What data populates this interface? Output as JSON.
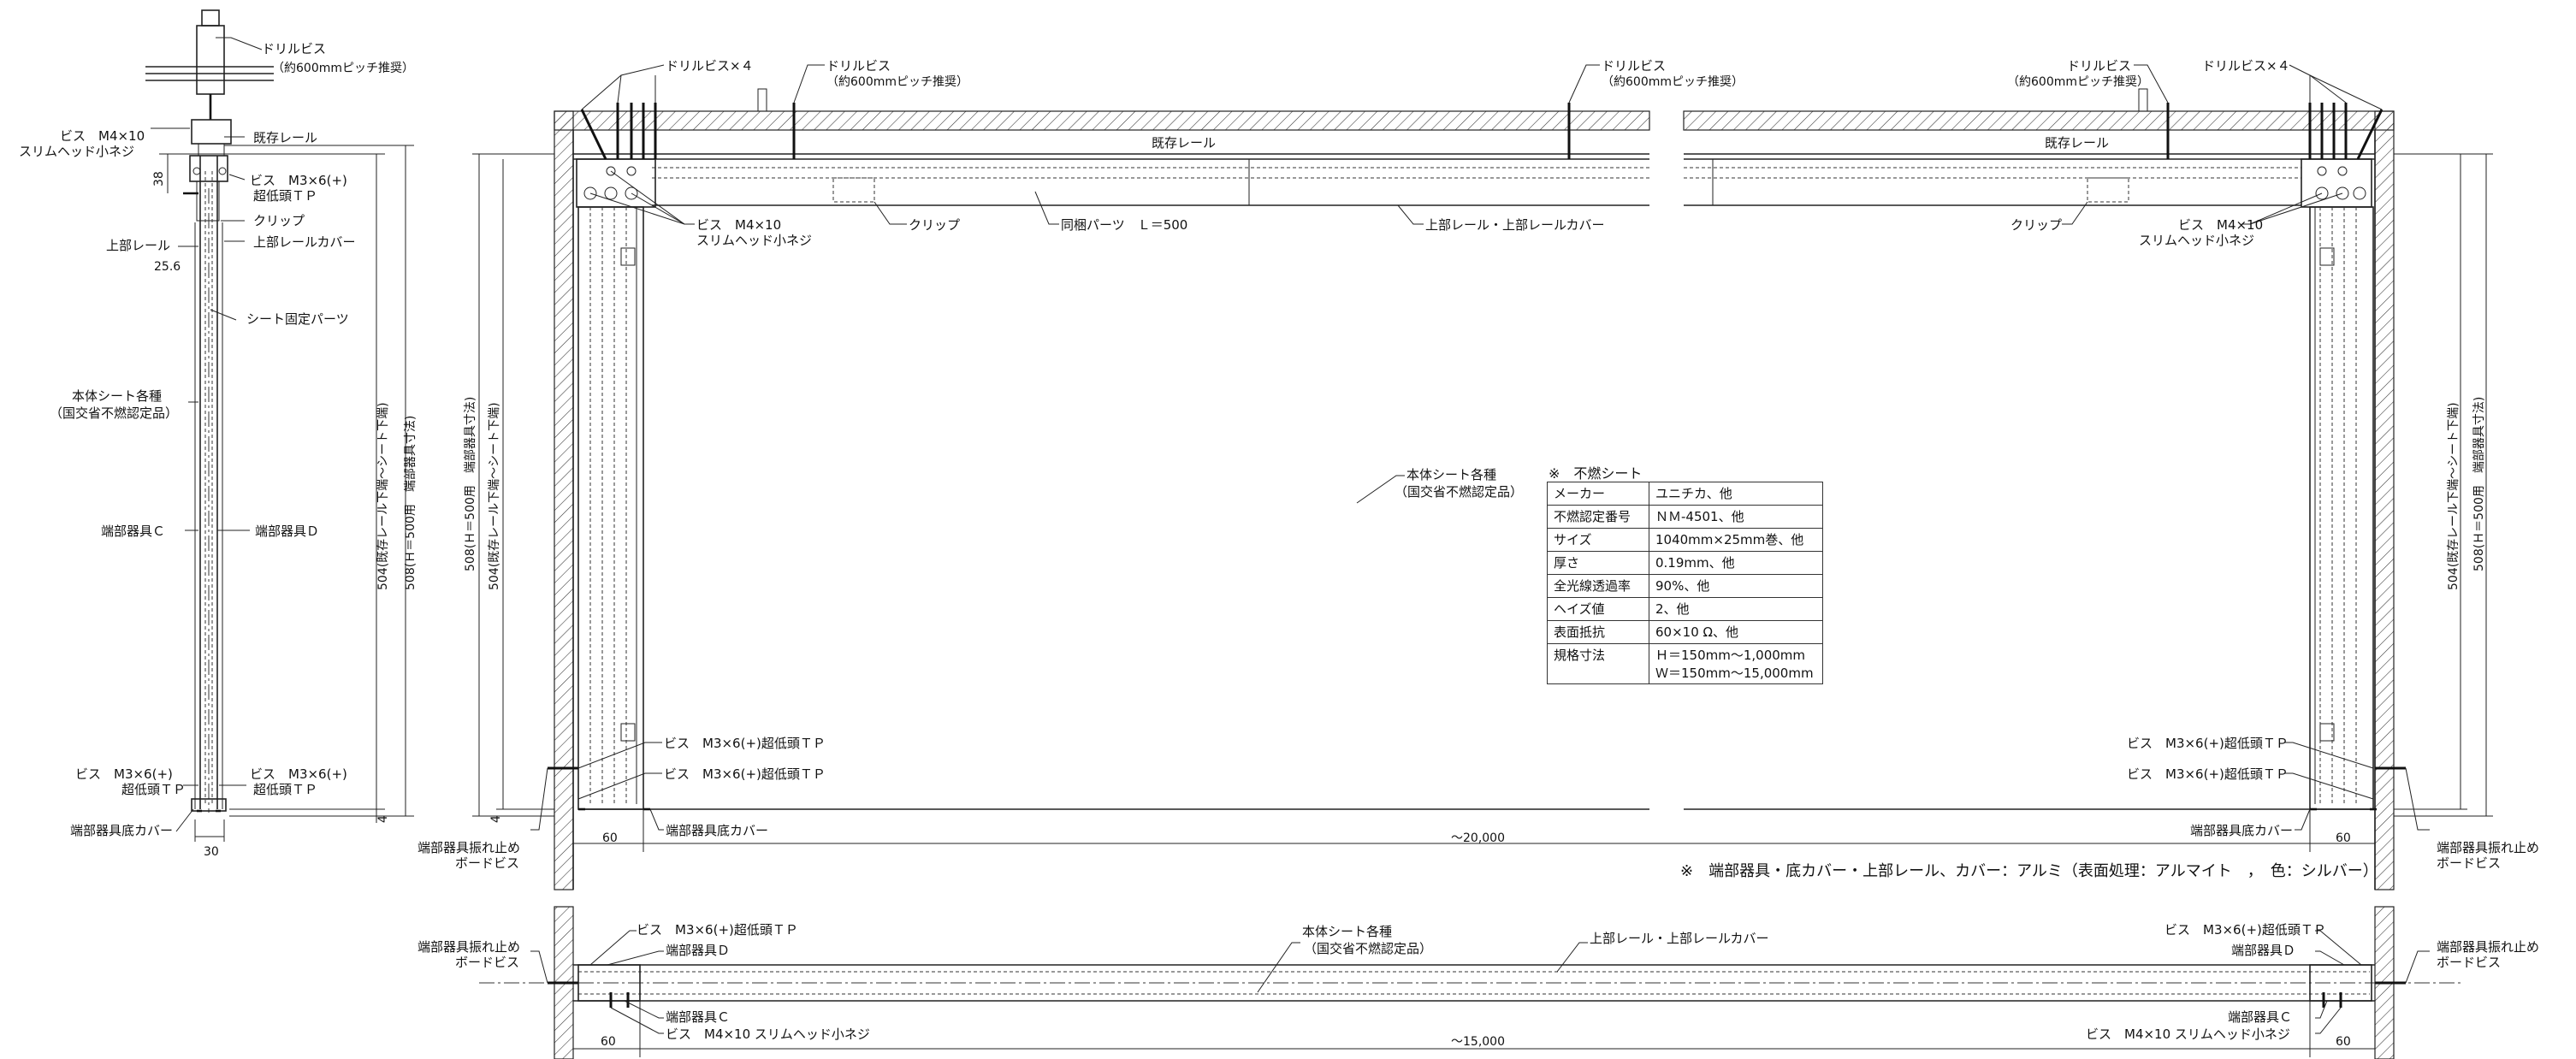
{
  "section": {
    "drill_screw": "ドリルビス",
    "pitch": "（約600mmピッチ推奨）",
    "screw_m4": "ビス　M4×10",
    "slim_head": "スリムヘッド小ネジ",
    "existing_rail": "既存レール",
    "screw_m3": "ビス　M3×6(+)",
    "super_low_tp": "超低頭ＴＰ",
    "clip": "クリップ",
    "upper_rail": "上部レール",
    "upper_rail_cover": "上部レールカバー",
    "sheet_fix_parts": "シート固定パーツ",
    "body_sheet": "本体シート各種",
    "nonflam_cert": "（国交省不燃認定品）",
    "end_c": "端部器具Ｃ",
    "end_d": "端部器具Ｄ",
    "end_bottom_cover": "端部器具底カバー",
    "dim_38": "38",
    "dim_25_6": "25.6",
    "dim_30": "30",
    "dim_4": "4",
    "dim_v504": "504(既存レール下端～シート下端)",
    "dim_v508": "508(Ｈ＝500用　端部器具寸法)"
  },
  "elevation": {
    "drill_screw_x4": "ドリルビス×４",
    "drill_screw": "ドリルビス",
    "pitch": "（約600mmピッチ推奨）",
    "existing_rail": "既存レール",
    "screw_m4": "ビス　M4×10",
    "slim_head": "スリムヘッド小ネジ",
    "clip": "クリップ",
    "bundled_parts": "同梱パーツ　Ｌ＝500",
    "upper_rail_cover": "上部レール・上部レールカバー",
    "body_sheet": "本体シート各種",
    "nonflam_cert": "（国交省不燃認定品）",
    "screw_m3_tp": "ビス　M3×6(+)超低頭ＴＰ",
    "end_bottom_cover": "端部器具底カバー",
    "sway_stop": "端部器具振れ止め",
    "board_screw": "ボードビス",
    "dim_60": "60",
    "dim_20000": "～20,000",
    "dim_4": "4",
    "dim_v504": "504(既存レール下端～シート下端)",
    "dim_v508": "508(Ｈ＝500用　端部器具寸法)"
  },
  "plan": {
    "sway_stop": "端部器具振れ止め",
    "board_screw": "ボードビス",
    "screw_m3_tp": "ビス　M3×6(+)超低頭ＴＰ",
    "end_d": "端部器具Ｄ",
    "end_c": "端部器具Ｃ",
    "screw_m4_slim": "ビス　M4×10 スリムヘッド小ネジ",
    "body_sheet": "本体シート各種",
    "nonflam_cert": "（国交省不燃認定品）",
    "upper_rail_cover": "上部レール・上部レールカバー",
    "dim_60": "60",
    "dim_15000": "～15,000"
  },
  "spec": {
    "title": "※　不燃シート",
    "rows": [
      {
        "k": "メーカー",
        "v": "ユニチカ、他"
      },
      {
        "k": "不燃認定番号",
        "v": "ＮＭ-4501、他"
      },
      {
        "k": "サイズ",
        "v": "1040mm×25mm巻、他"
      },
      {
        "k": "厚さ",
        "v": "0.19mm、他"
      },
      {
        "k": "全光線透過率",
        "v": "90%、他"
      },
      {
        "k": "ヘイズ値",
        "v": "2、他"
      },
      {
        "k": "表面抵抗",
        "v": "60×10 Ω、他"
      },
      {
        "k": "規格寸法",
        "v": "Ｈ＝150mm～1,000mm",
        "v2": "Ｗ＝150mm～15,000mm"
      }
    ]
  },
  "note": "※　端部器具・底カバー・上部レール、カバー：アルミ（表面処理：アルマイト　，　色：シルバー）"
}
